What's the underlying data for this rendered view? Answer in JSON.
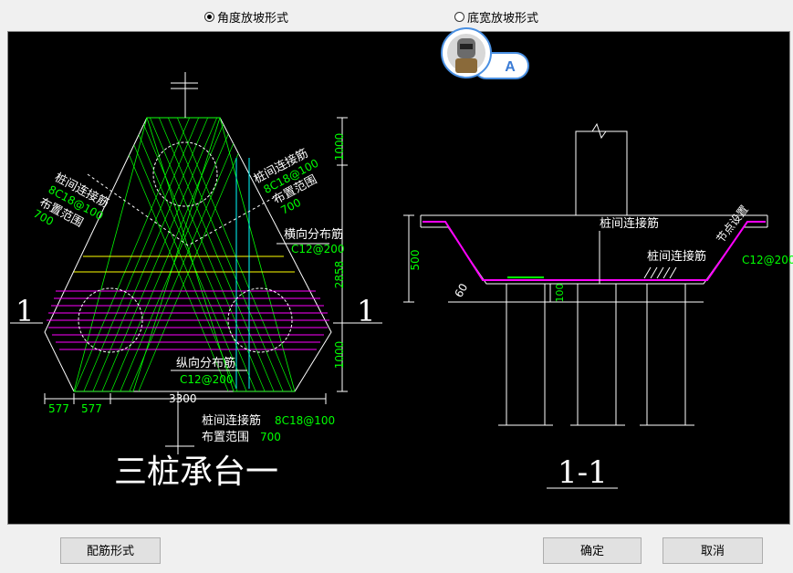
{
  "options": {
    "angle_label": "角度放坡形式",
    "width_label": "底宽放坡形式",
    "selected": "angle"
  },
  "badge": {
    "letter": "A"
  },
  "plan": {
    "title": "三桩承台一",
    "section_mark": "1",
    "left_rebar": {
      "name": "桩间连接筋",
      "spec": "8C18@100",
      "range": "布置范围",
      "range_val": "700"
    },
    "right_rebar": {
      "name": "桩间连接筋",
      "spec": "8C18@100",
      "range": "布置范围",
      "range_val": "700"
    },
    "horiz": {
      "name": "横向分布筋",
      "spec": "C12@200"
    },
    "vert": {
      "name": "纵向分布筋",
      "spec": "C12@200"
    },
    "bottom_rebar": {
      "name": "桩间连接筋",
      "spec": "8C18@100",
      "range": "布置范围",
      "range_val": "700"
    },
    "dims_right": [
      "1000",
      "2858",
      "1000"
    ],
    "dims_bottom": [
      "577",
      "577",
      "3300"
    ]
  },
  "section": {
    "title": "1-1",
    "label_top": "桩间连接筋",
    "label_mid": "桩间连接筋",
    "label_diag": "节点设置",
    "spec_right": "C12@200",
    "dim_height": "500",
    "dim_100": "100",
    "angle": "60"
  },
  "buttons": {
    "rebar_form": "配筋形式",
    "ok": "确定",
    "cancel": "取消"
  },
  "colors": {
    "canvas": "#000000",
    "green": "#00ff00",
    "magenta": "#ff00ff",
    "yellow": "#ffff00",
    "cyan": "#00ffff",
    "white": "#ffffff"
  }
}
